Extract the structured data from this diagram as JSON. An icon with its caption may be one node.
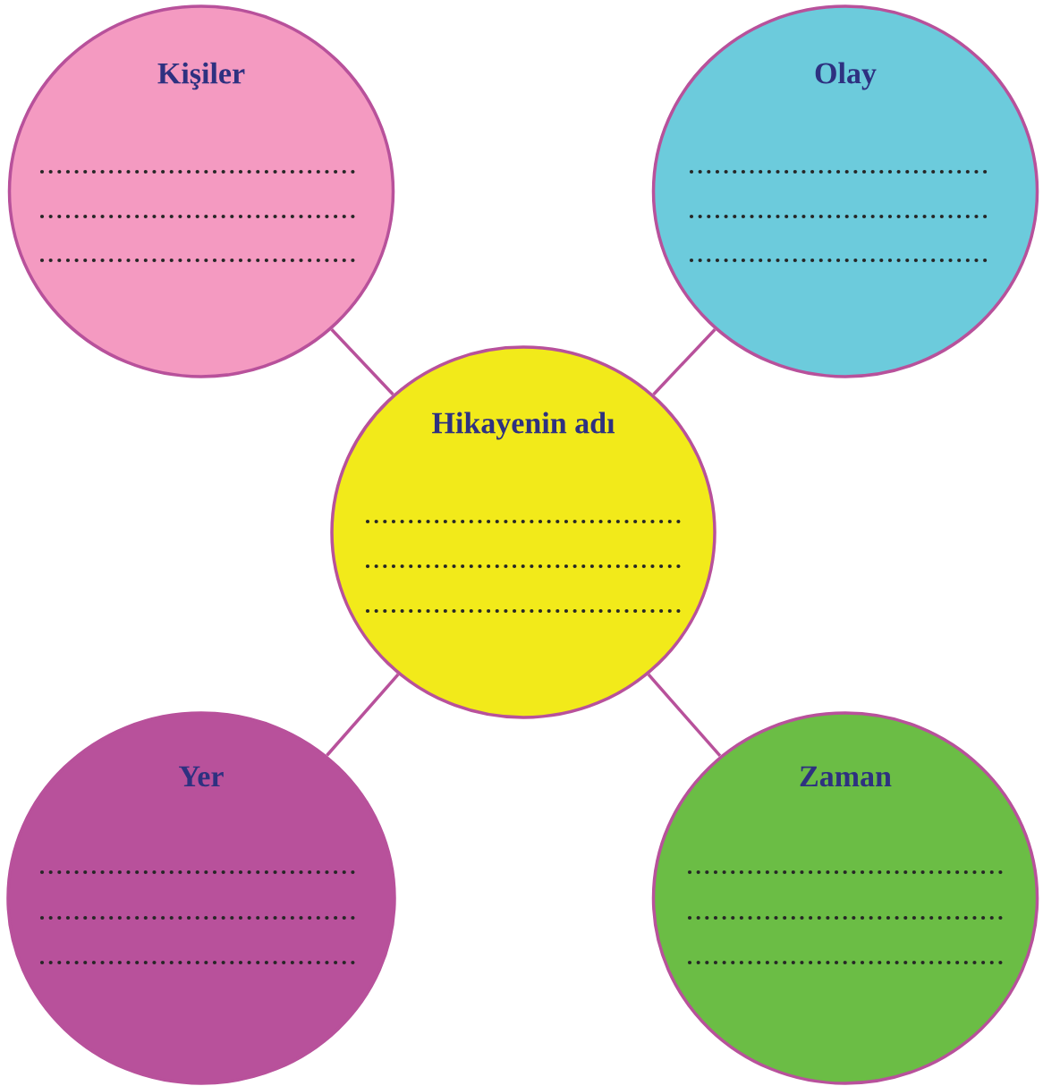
{
  "diagram": {
    "nodes": [
      {
        "text": [
          "Kişiler"
        ]
      },
      {
        "text": [
          "Olay"
        ]
      },
      {
        "text": [
          "Hikayenin adı"
        ]
      },
      {
        "text": [
          "Yer"
        ]
      },
      {
        "text": [
          "Zaman"
        ]
      }
    ],
    "edges": [
      {
        "from": 2,
        "to": 0,
        "arrow": "none"
      },
      {
        "from": 2,
        "to": 1,
        "arrow": "none"
      },
      {
        "from": 2,
        "to": 3,
        "arrow": "none"
      },
      {
        "from": 2,
        "to": 4,
        "arrow": "none"
      }
    ]
  }
}
